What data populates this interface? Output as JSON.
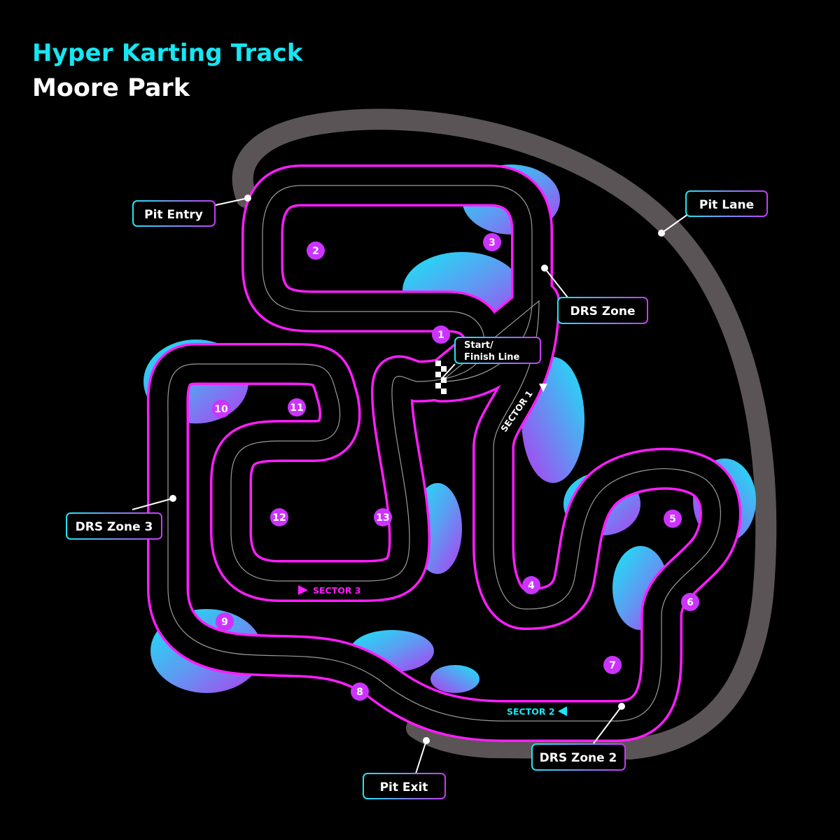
{
  "header": {
    "title": "Hyper Karting Track",
    "subtitle": "Moore Park"
  },
  "colors": {
    "background": "#000000",
    "title": "#16e6f2",
    "track_edge": "#ff1dff",
    "track_surface": "#000000",
    "pit_lane": "#5b5456",
    "glow_cyan": "#17e7f5",
    "glow_purple": "#a63cf0",
    "marker": "#cc33ff",
    "callout_border": "#33ddff"
  },
  "labels": {
    "pit_entry": "Pit Entry",
    "pit_lane": "Pit Lane",
    "drs_zone": "DRS Zone",
    "start_finish_1": "Start/",
    "start_finish_2": "Finish Line",
    "drs_zone_3": "DRS Zone 3",
    "drs_zone_2": "DRS Zone 2",
    "pit_exit": "Pit Exit"
  },
  "sectors": {
    "sector_1": "SECTOR 1",
    "sector_2": "SECTOR 2",
    "sector_3": "SECTOR 3"
  },
  "turns": [
    "1",
    "2",
    "3",
    "4",
    "5",
    "6",
    "7",
    "8",
    "9",
    "10",
    "11",
    "12",
    "13"
  ]
}
